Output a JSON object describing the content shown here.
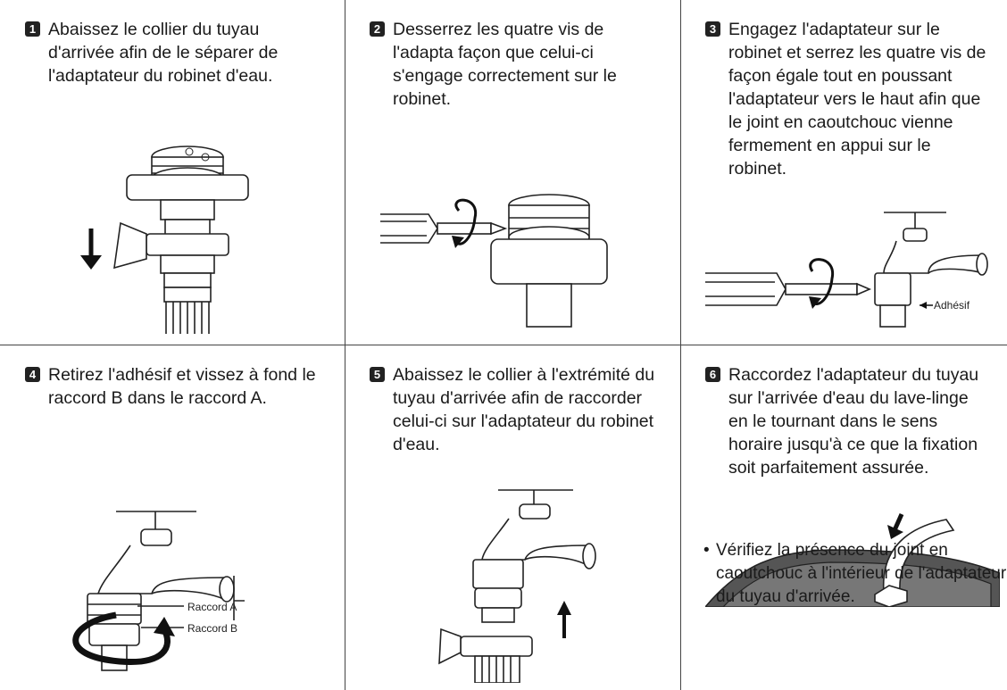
{
  "steps": [
    {
      "num": "1",
      "text": "Abaissez le collier du tuyau d'arrivée afin de le séparer de l'adaptateur du robinet d'eau."
    },
    {
      "num": "2",
      "text": "Desserrez les quatre vis de l'adapta façon que celui-ci s'engage correctement sur le robinet."
    },
    {
      "num": "3",
      "text": "Engagez l'adaptateur sur le robinet et serrez les quatre vis de façon égale tout en poussant l'adaptateur vers le haut afin que le joint en caoutchouc vienne fermement en appui sur le robinet."
    },
    {
      "num": "4",
      "text": "Retirez l'adhésif et vissez à fond le raccord B dans le raccord A."
    },
    {
      "num": "5",
      "text": "Abaissez le collier à l'extrémité du tuyau d'arrivée afin de raccorder celui-ci sur l'adaptateur du robinet d'eau."
    },
    {
      "num": "6",
      "text": "Raccordez l'adaptateur du tuyau sur l'arrivée d'eau du lave-linge en le tournant dans le sens horaire jusqu'à ce que la fixation soit parfaitement assurée."
    }
  ],
  "labels": {
    "adhesif": "Adhésif",
    "raccord_a": "Raccord A",
    "raccord_b": "Raccord B"
  },
  "note": {
    "bullet": "•",
    "text": "Vérifiez la présence du joint en caoutchouc à l'intérieur de l'adaptateur du tuyau d'arrivée."
  },
  "colors": {
    "border": "#444444",
    "badge": "#222222",
    "arrow": "#111111",
    "machine_dark": "#555555"
  }
}
